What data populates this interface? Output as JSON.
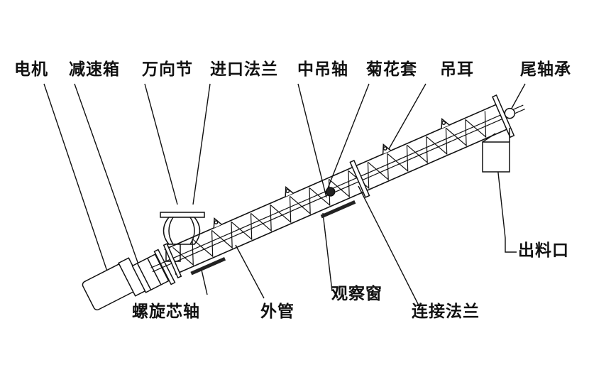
{
  "labels": {
    "motor": "电机",
    "reducer": "减速箱",
    "universal_joint": "万向节",
    "inlet_flange": "进口法兰",
    "middle_hanger_shaft": "中吊轴",
    "chrysanthemum_sleeve": "菊花套",
    "lifting_lug": "吊耳",
    "tail_bearing": "尾轴承",
    "outlet": "出料口",
    "spiral_core_shaft": "螺旋芯轴",
    "outer_tube": "外管",
    "observation_window": "观察窗",
    "connecting_flange": "连接法兰"
  },
  "colors": {
    "line": "#111111",
    "background": "#ffffff"
  }
}
